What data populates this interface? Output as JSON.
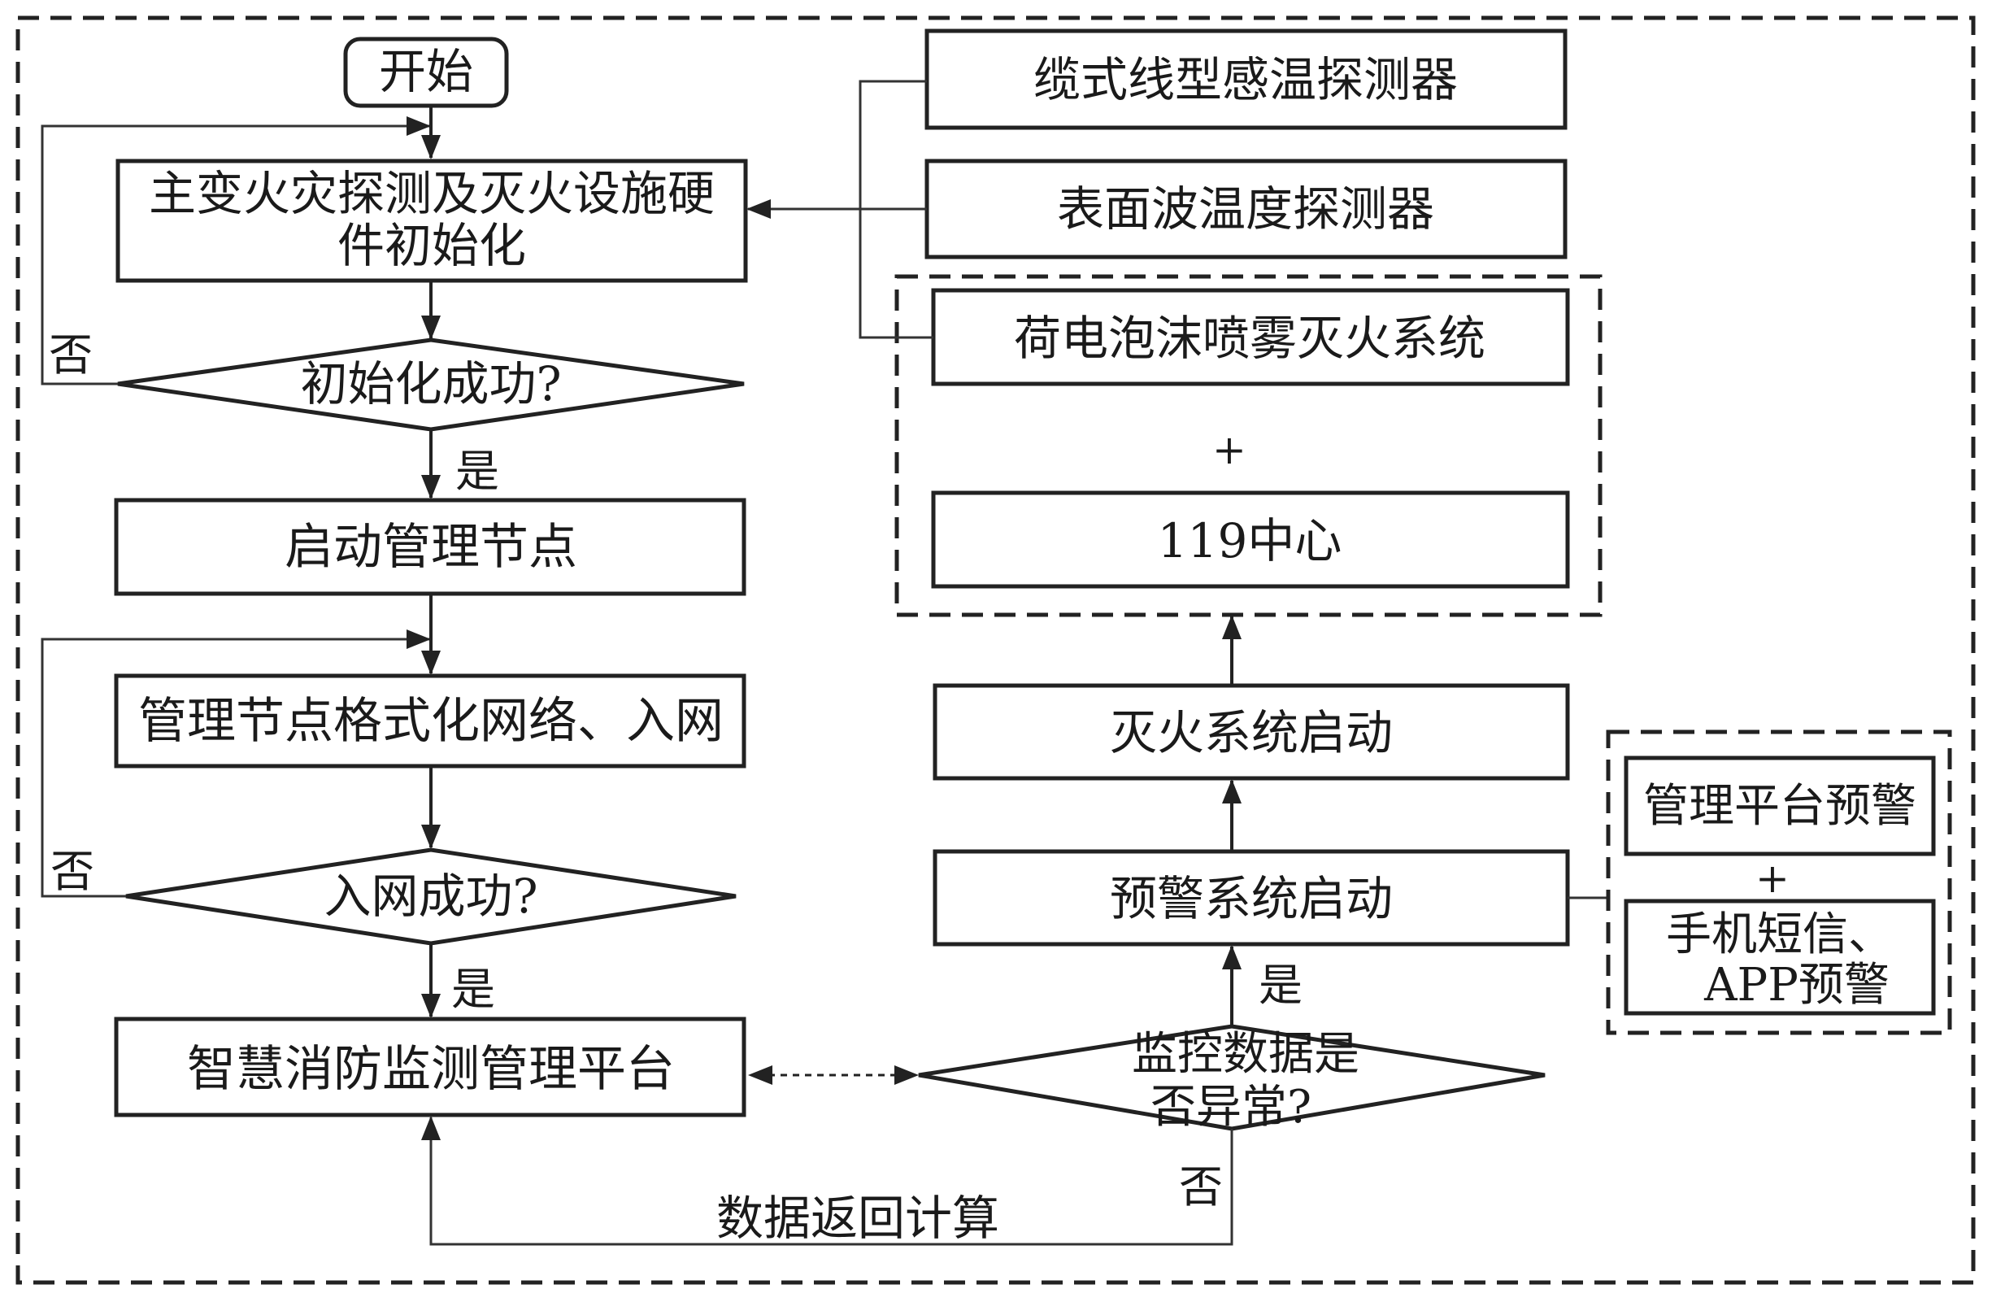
{
  "nodes": {
    "start": "开始",
    "init_hw_line1": "主变火灾探测及灭火设施硬",
    "init_hw_line2": "件初始化",
    "init_ok": "初始化成功?",
    "start_mgmt": "启动管理节点",
    "format_net": "管理节点格式化网络、入网",
    "net_ok": "入网成功?",
    "platform": "智慧消防监测管理平台",
    "cable_detector": "缆式线型感温探测器",
    "surface_detector": "表面波温度探测器",
    "foam_system": "荷电泡沫喷雾灭火系统",
    "plus": "+",
    "center_119": "119中心",
    "fire_start": "灭火系统启动",
    "warn_start": "预警系统启动",
    "mgmt_warn": "管理平台预警",
    "sms_line1": "手机短信、",
    "sms_line2": "APP预警",
    "data_abnormal_line1": "监控数据是",
    "data_abnormal_line2": "否异常?",
    "data_return": "数据返回计算"
  },
  "labels": {
    "no": "否",
    "yes": "是"
  }
}
